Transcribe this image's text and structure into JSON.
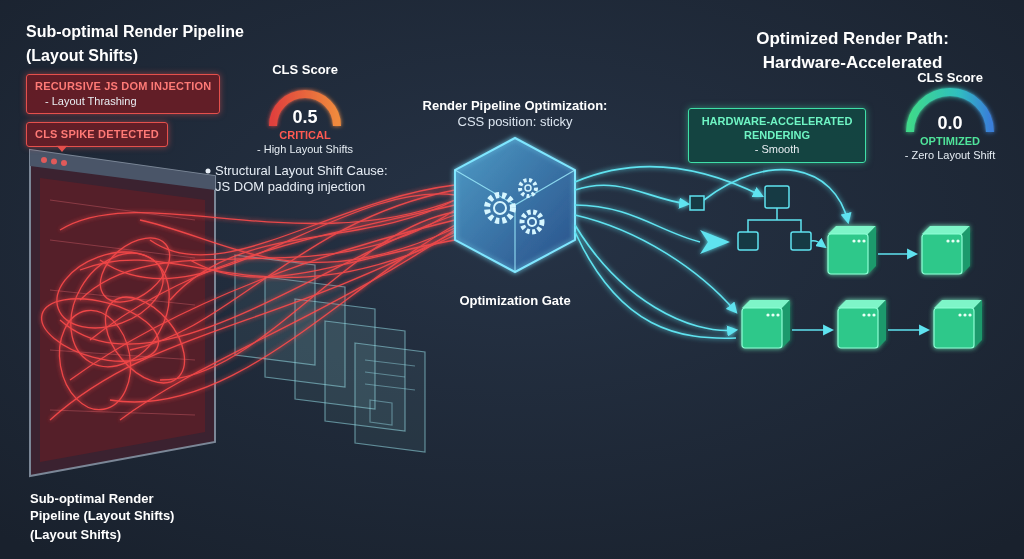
{
  "diagram": {
    "nodes": [
      {
        "text": [
          "RECURSIVE JS DOM INJECTION",
          "- Layout Thrashing"
        ]
      },
      {
        "text": [
          "CLS SPIKE DETECTED"
        ]
      },
      {
        "text": [
          "CLS Score",
          "0.5",
          "CRITICAL",
          "- High Layout Shifts"
        ]
      },
      {
        "text": [
          "Render Pipeline Optimization:",
          "CSS position: sticky",
          "Optimization Gate"
        ]
      },
      {
        "text": [
          "HARDWARE-ACCELERATED RENDERING",
          "- Smooth"
        ]
      },
      {
        "text": [
          "CLS Score",
          "0.0",
          "OPTIMIZED",
          "- Zero Layout Shift"
        ]
      }
    ],
    "labels": [
      "Sub-optimal Render Pipeline (Layout Shifts)",
      "Structural Layout Shift Cause: JS DOM padding injection",
      "Sub-optimal Render Pipeline (Layout Shifts)",
      "(Layout Shifts)",
      "Optimized Render Path: Hardware-Accelerated"
    ]
  }
}
